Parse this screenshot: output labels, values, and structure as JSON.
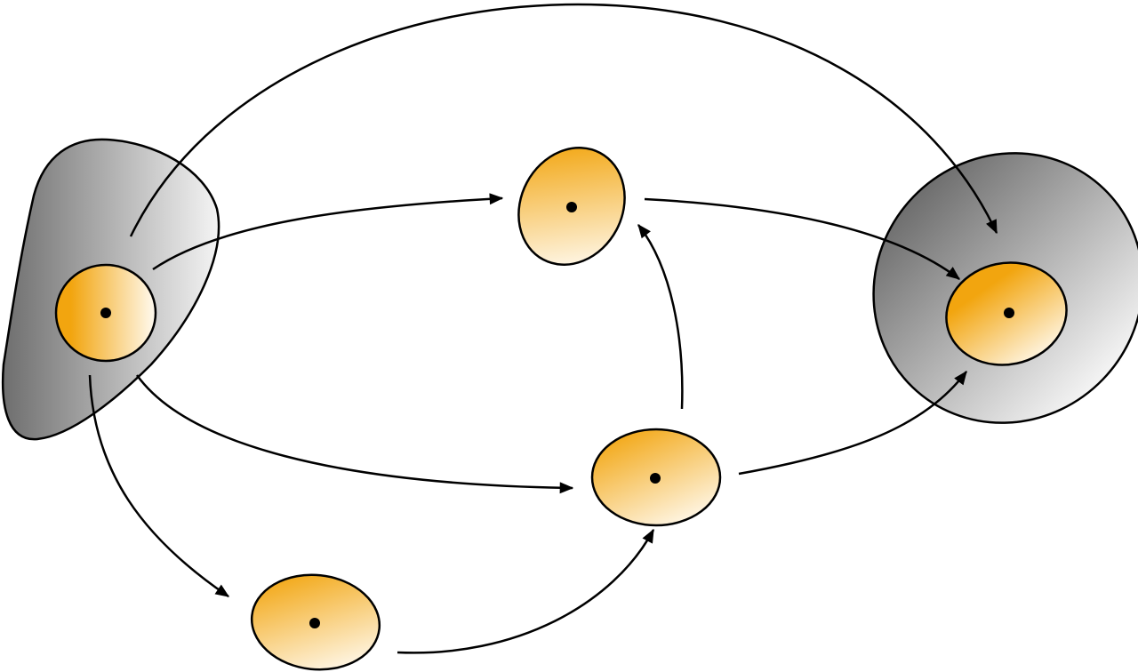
{
  "diagram": {
    "type": "directed-graph",
    "colors": {
      "region_dark": "#6e6e6e",
      "region_light": "#f4f4f4",
      "node_orange": "#f2a50f",
      "node_light": "#fffaf0",
      "stroke": "#000000"
    },
    "regions": [
      {
        "id": "left-region"
      },
      {
        "id": "right-region"
      }
    ],
    "nodes": [
      {
        "id": "source-node",
        "region": "left-region"
      },
      {
        "id": "top-node"
      },
      {
        "id": "middle-node"
      },
      {
        "id": "bottom-node"
      },
      {
        "id": "target-node",
        "region": "right-region"
      }
    ],
    "edges": [
      {
        "from": "source-node",
        "to": "target-node"
      },
      {
        "from": "source-node",
        "to": "top-node"
      },
      {
        "from": "source-node",
        "to": "middle-node"
      },
      {
        "from": "source-node",
        "to": "bottom-node"
      },
      {
        "from": "top-node",
        "to": "target-node"
      },
      {
        "from": "middle-node",
        "to": "top-node"
      },
      {
        "from": "middle-node",
        "to": "target-node"
      },
      {
        "from": "bottom-node",
        "to": "middle-node"
      }
    ]
  }
}
